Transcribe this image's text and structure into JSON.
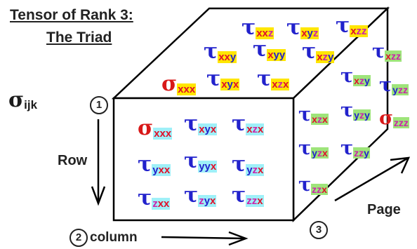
{
  "title": {
    "line1": "Tensor of Rank 3:",
    "line2": "The Triad"
  },
  "labels": {
    "sigma_ijk": {
      "symbol": "σ",
      "sub": "ijk"
    },
    "row": "Row",
    "column": "column",
    "page": "Page",
    "marker1": "1",
    "marker2": "2",
    "marker3": "3"
  },
  "colors": {
    "x_text": "#e0102a",
    "y_text": "#2222cc",
    "z_text": "#cc22aa",
    "x_highlight": "#ffe600",
    "y_highlight": "#9ff0f8",
    "z_highlight": "#9ee47a",
    "cube_front": "#ffffff",
    "cube_edges": "#000000",
    "symbol_text": "#d81818"
  },
  "front_face": [
    {
      "sym": "σ",
      "sub": "xxx",
      "hl": "y"
    },
    {
      "sym": "τ",
      "sub": "xyx",
      "hl": "y"
    },
    {
      "sym": "τ",
      "sub": "xzx",
      "hl": "y"
    },
    {
      "sym": "τ",
      "sub": "yxx",
      "hl": "y"
    },
    {
      "sym": "τ",
      "sub": "yyx",
      "hl": "y"
    },
    {
      "sym": "τ",
      "sub": "yzx",
      "hl": "y"
    },
    {
      "sym": "τ",
      "sub": "zxx",
      "hl": "y"
    },
    {
      "sym": "τ",
      "sub": "zyx",
      "hl": "y"
    },
    {
      "sym": "τ",
      "sub": "zzx",
      "hl": "y"
    }
  ],
  "top_face": [
    {
      "sym": "σ",
      "sub": "xxx",
      "hl": "x"
    },
    {
      "sym": "τ",
      "sub": "xyx",
      "hl": "x"
    },
    {
      "sym": "τ",
      "sub": "xzx",
      "hl": "x"
    },
    {
      "sym": "τ",
      "sub": "xxy",
      "hl": "x"
    },
    {
      "sym": "τ",
      "sub": "xyy",
      "hl": "x"
    },
    {
      "sym": "τ",
      "sub": "xzy",
      "hl": "x"
    },
    {
      "sym": "τ",
      "sub": "xxz",
      "hl": "x"
    },
    {
      "sym": "τ",
      "sub": "xyz",
      "hl": "x"
    },
    {
      "sym": "τ",
      "sub": "xzz",
      "hl": "x"
    }
  ],
  "side_face": [
    {
      "sym": "τ",
      "sub": "xzy",
      "hl": "z"
    },
    {
      "sym": "τ",
      "sub": "xzz",
      "hl": "z"
    },
    {
      "sym": "τ",
      "sub": "yzz",
      "hl": "z"
    },
    {
      "sym": "τ",
      "sub": "xzx",
      "hl": "z"
    },
    {
      "sym": "τ",
      "sub": "yzy",
      "hl": "z"
    },
    {
      "sym": "σ",
      "sub": "zzz",
      "hl": "z"
    },
    {
      "sym": "τ",
      "sub": "yzx",
      "hl": "z"
    },
    {
      "sym": "τ",
      "sub": "zzy",
      "hl": "z"
    },
    {
      "sym": "τ",
      "sub": "zzx",
      "hl": "z"
    }
  ]
}
